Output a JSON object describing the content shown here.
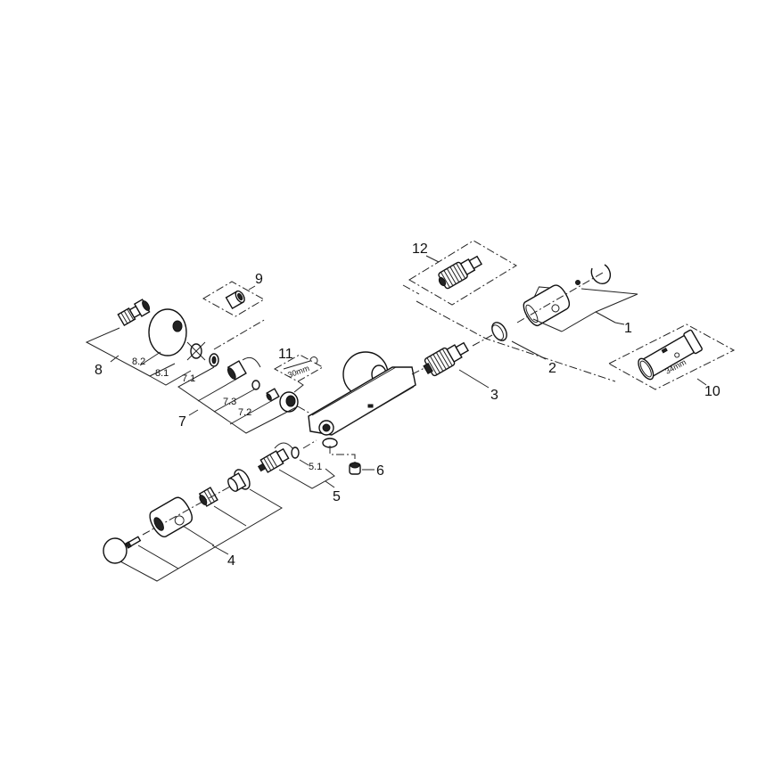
{
  "diagram": {
    "type": "exploded-parts-diagram",
    "subject": "thermostatic shower mixer",
    "callouts": {
      "c1": "1",
      "c2": "2",
      "c3": "3",
      "c4": "4",
      "c5": "5",
      "c5_1": "5.1",
      "c6": "6",
      "c7": "7",
      "c7_1": "7.1",
      "c7_2": "7.2",
      "c7_3": "7.3",
      "c8": "8",
      "c8_1": "8.1",
      "c8_2": "8.2",
      "c9": "9",
      "c10": "10",
      "c11": "11",
      "c12": "12"
    },
    "annotations": {
      "tool_size_10": "34mm",
      "tool_size_11": "30mm"
    }
  }
}
